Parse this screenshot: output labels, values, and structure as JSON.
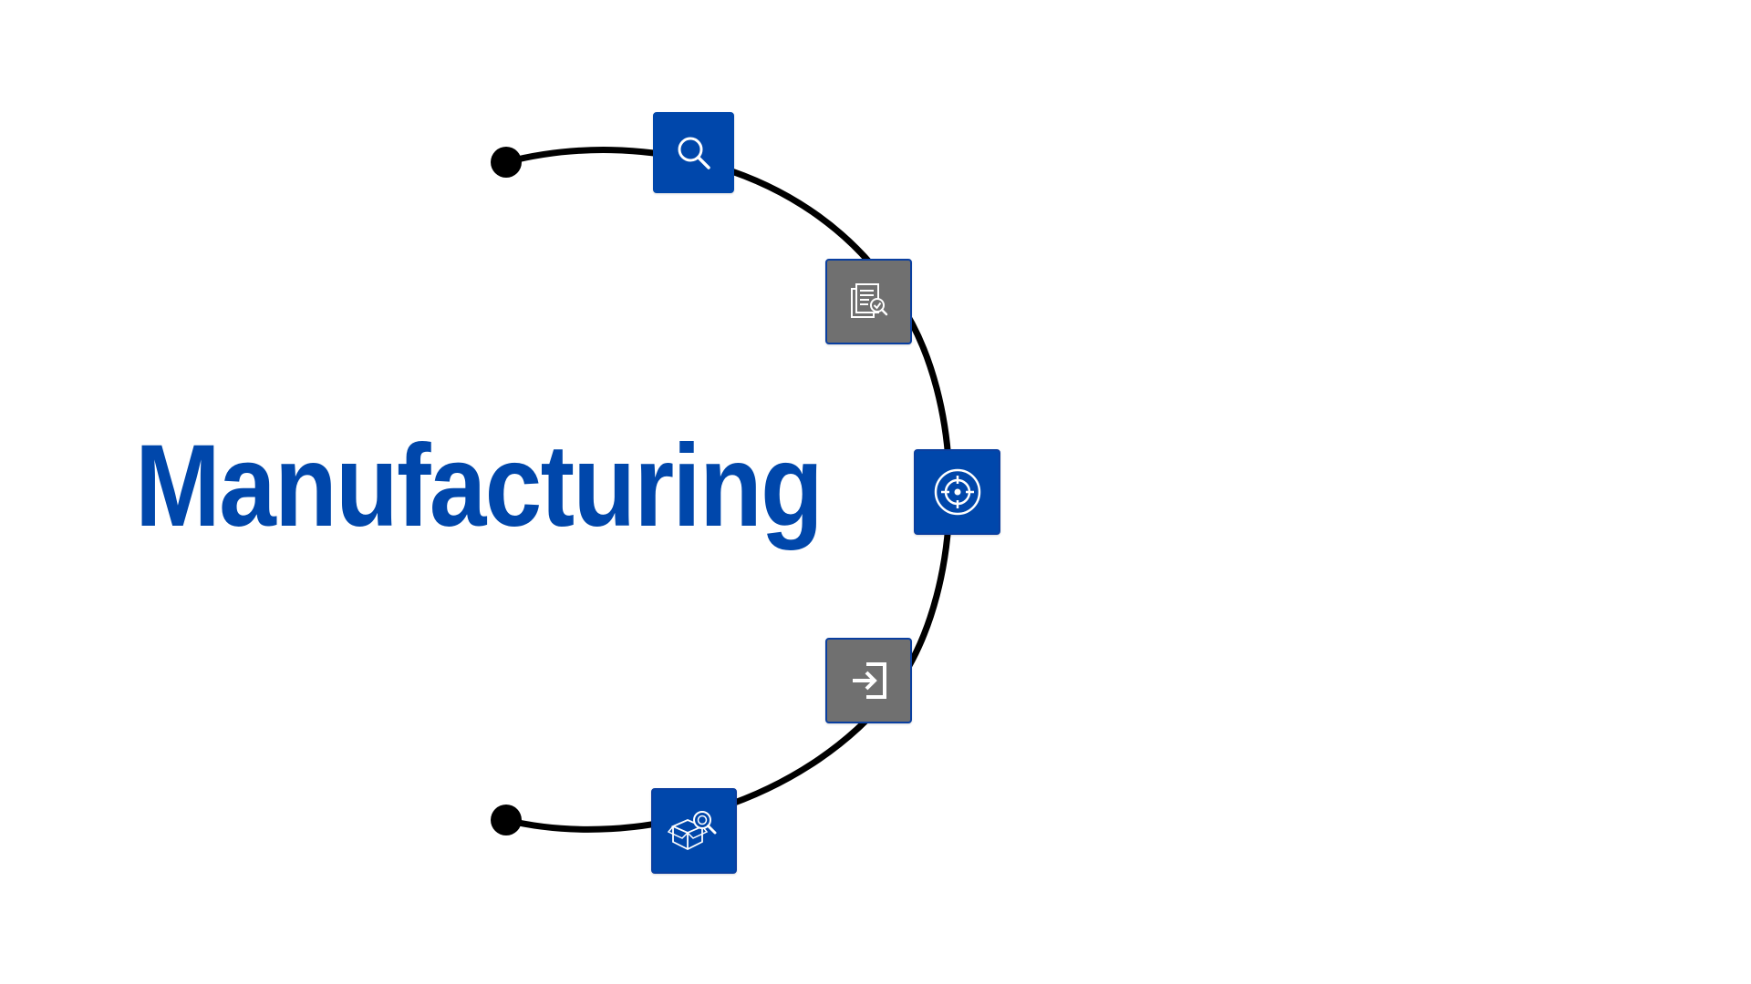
{
  "title": {
    "text": "Manufacturing",
    "color": "#0047ab"
  },
  "colors": {
    "active": "#0047ab",
    "inactive": "#707070",
    "border": "#0a3fa0",
    "arc": "#000000",
    "icon": "#ffffff"
  },
  "nodes": [
    {
      "icon": "search-icon",
      "state": "active"
    },
    {
      "icon": "document-check-icon",
      "state": "inactive"
    },
    {
      "icon": "target-icon",
      "state": "active"
    },
    {
      "icon": "sign-in-icon",
      "state": "inactive"
    },
    {
      "icon": "box-inspection-icon",
      "state": "active"
    }
  ]
}
